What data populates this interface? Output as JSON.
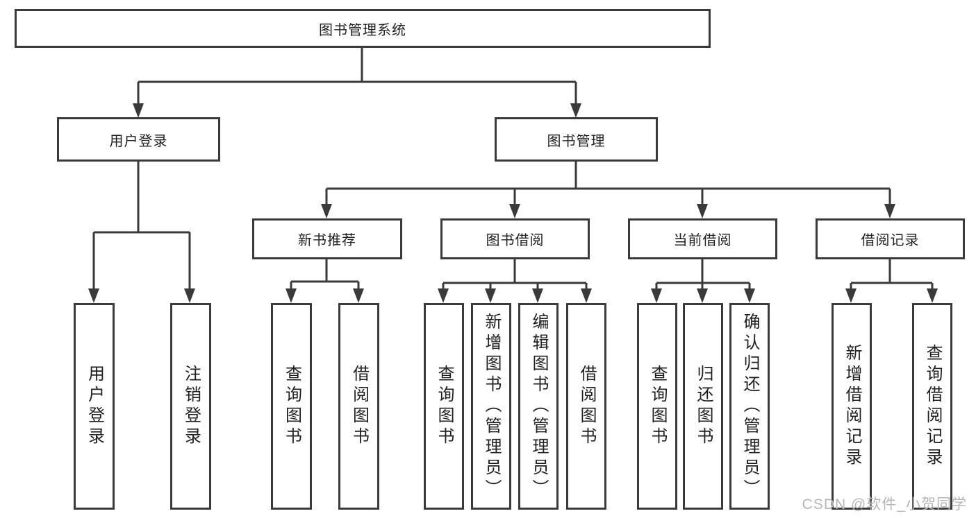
{
  "tree": {
    "label": "图书管理系统",
    "children": [
      {
        "label": "用户登录",
        "children": [
          {
            "label": "用户登录"
          },
          {
            "label": "注销登录"
          }
        ]
      },
      {
        "label": "图书管理",
        "children": [
          {
            "label": "新书推荐",
            "children": [
              {
                "label": "查询图书"
              },
              {
                "label": "借阅图书"
              }
            ]
          },
          {
            "label": "图书借阅",
            "children": [
              {
                "label": "查询图书"
              },
              {
                "label": "新增图书（管理员）"
              },
              {
                "label": "编辑图书（管理员）"
              },
              {
                "label": "借阅图书"
              }
            ]
          },
          {
            "label": "当前借阅",
            "children": [
              {
                "label": "查询图书"
              },
              {
                "label": "归还图书"
              },
              {
                "label": "确认归还（管理员）"
              }
            ]
          },
          {
            "label": "借阅记录",
            "children": [
              {
                "label": "新增借阅记录"
              },
              {
                "label": "查询借阅记录"
              }
            ]
          }
        ]
      }
    ]
  },
  "watermark": "CSDN @软件_小贺同学",
  "colors": {
    "line": "#3a3a3a",
    "text": "#1f1f1f",
    "watermark": "#b6b6b6",
    "background": "#ffffff"
  }
}
